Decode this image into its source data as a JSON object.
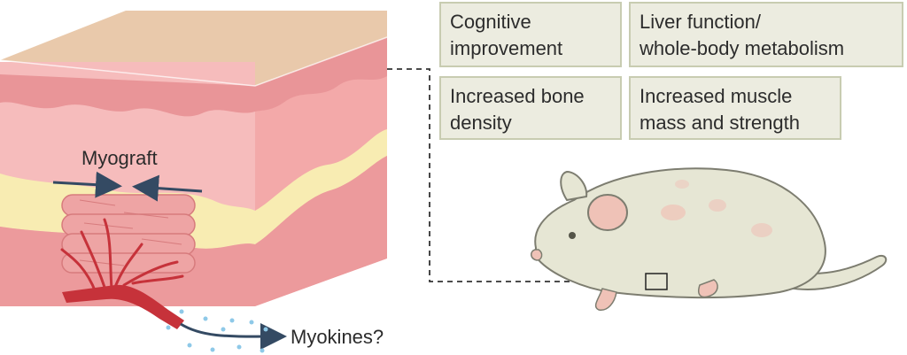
{
  "effects": [
    {
      "text": "Cognitive\nimprovement"
    },
    {
      "text": "Liver function/\nwhole-body metabolism"
    },
    {
      "text": "Increased bone\ndensity"
    },
    {
      "text": "Increased muscle\nmass and strength"
    }
  ],
  "labels": {
    "myograft": "Myograft",
    "myokines": "Myokines?"
  },
  "colors": {
    "skin_top": "#e9c9ab",
    "skin_front": "#f6bcbc",
    "skin_side": "#f3a9a9",
    "dermis_band": "#e99598",
    "fat_band": "#f8ecb2",
    "muscle_band": "#ec9a9c",
    "muscle_fiber": "#eea4a4",
    "blood_vessel": "#c6323a",
    "arrow": "#344a63",
    "mouse_body": "#e6e6d4",
    "mouse_outline": "#7d7d70",
    "mouse_pink": "#efc2b7",
    "box_fill": "#ecece0",
    "box_border": "#c8ccb1",
    "dots": "#8ec9e8"
  },
  "icons": [
    "skin-tissue-block",
    "myograft-muscle-fibers",
    "blood-vessel",
    "mouse-illustration"
  ]
}
